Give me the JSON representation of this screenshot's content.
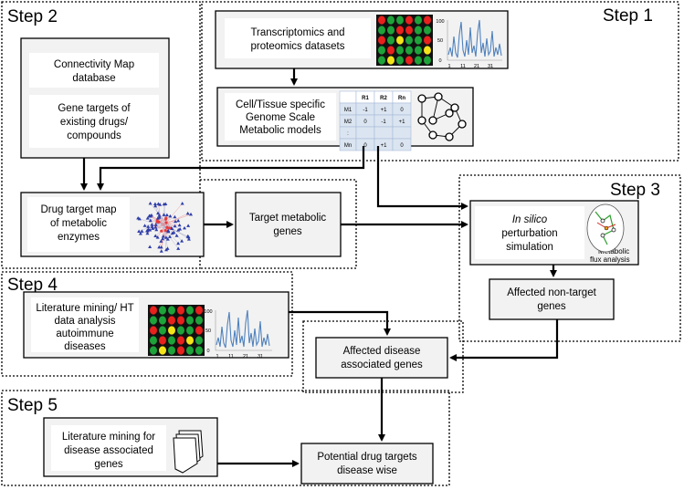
{
  "steps": {
    "step1": "Step 1",
    "step2": "Step 2",
    "step3": "Step 3",
    "step4": "Step 4",
    "step5": "Step 5"
  },
  "boxes": {
    "transcriptomics": [
      "Transcriptomics and",
      "proteomics datasets"
    ],
    "gsmm": [
      "Cell/Tissue specific",
      "Genome Scale",
      "Metabolic models"
    ],
    "cmap": [
      "Connectivity Map",
      "database"
    ],
    "gene_targets": [
      "Gene targets of",
      "existing drugs/",
      "compounds"
    ],
    "drug_target_map": [
      "Drug target map",
      "of metabolic",
      "enzymes"
    ],
    "target_metabolic": [
      "Target metabolic",
      "genes"
    ],
    "insilico": [
      "In silico",
      "perturbation",
      "simulation"
    ],
    "flux_label": [
      "Metabolic",
      "flux analysis"
    ],
    "affected_nontarget": [
      "Affected non-target",
      "genes"
    ],
    "literature_ht": [
      "Literature mining/  HT",
      "data analysis",
      "autoimmune",
      "diseases"
    ],
    "affected_disease": [
      "Affected disease",
      "associated genes"
    ],
    "literature_disease": [
      "Literature mining  for",
      "disease associated",
      "genes"
    ],
    "potential": [
      "Potential drug targets",
      "disease wise"
    ]
  },
  "matrix_table": {
    "header": [
      "",
      "R1",
      "R2",
      "Rn"
    ],
    "rows": [
      [
        "M1",
        "-1",
        "+1",
        "0"
      ],
      [
        "M2",
        "0",
        "-1",
        "+1"
      ],
      [
        ":",
        "",
        "",
        ""
      ],
      [
        "Mn",
        "0",
        "+1",
        "0"
      ]
    ]
  },
  "mini_chart": {
    "y_ticks": [
      "0",
      "50",
      "100"
    ],
    "x_ticks": [
      "1",
      "11",
      "21",
      "31"
    ]
  },
  "colors": {
    "box_fill": "#f2f2f2",
    "line": "#000000",
    "chart_line": "#4f81bd",
    "heat_red": "#e8211d",
    "heat_green": "#1ea33a",
    "heat_yellow": "#f3e41a",
    "table_fill": "#dbe5f1"
  }
}
